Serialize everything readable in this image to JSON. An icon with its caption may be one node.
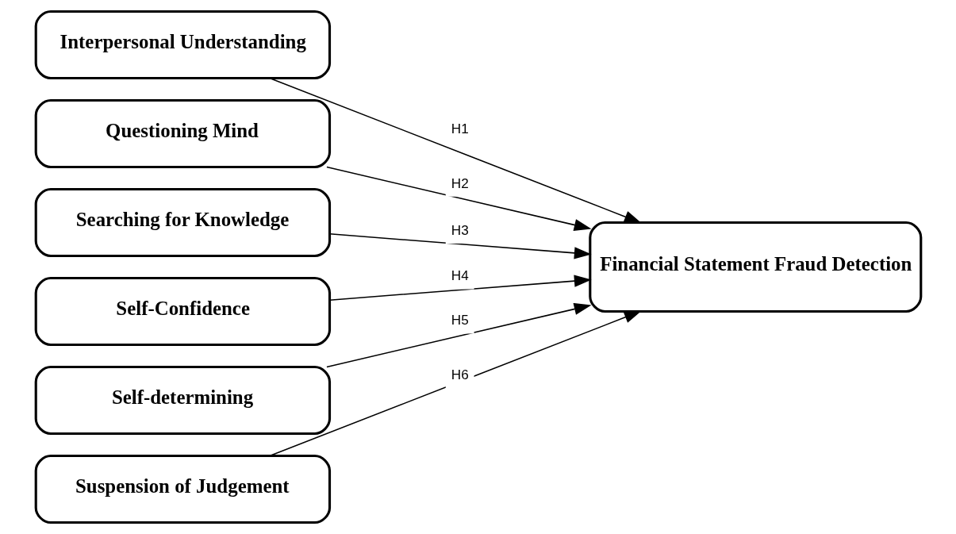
{
  "diagram": {
    "nodes": [
      {
        "text": [
          "Interpersonal Understanding"
        ]
      },
      {
        "text": [
          "Questioning Mind"
        ]
      },
      {
        "text": [
          "Searching for Knowledge"
        ]
      },
      {
        "text": [
          "Self-Confidence"
        ]
      },
      {
        "text": [
          "Self-determining"
        ]
      },
      {
        "text": [
          "Suspension of Judgement"
        ]
      },
      {
        "text": [
          "Financial Statement Fraud Detection"
        ]
      }
    ],
    "edges": [
      {
        "from": 0,
        "to": 6,
        "arrow": "to",
        "label": "H1"
      },
      {
        "from": 1,
        "to": 6,
        "arrow": "to",
        "label": "H2"
      },
      {
        "from": 2,
        "to": 6,
        "arrow": "to",
        "label": "H3"
      },
      {
        "from": 3,
        "to": 6,
        "arrow": "to",
        "label": "H4"
      },
      {
        "from": 4,
        "to": 6,
        "arrow": "to",
        "label": "H5"
      },
      {
        "from": 5,
        "to": 6,
        "arrow": "to",
        "label": "H6"
      }
    ]
  }
}
